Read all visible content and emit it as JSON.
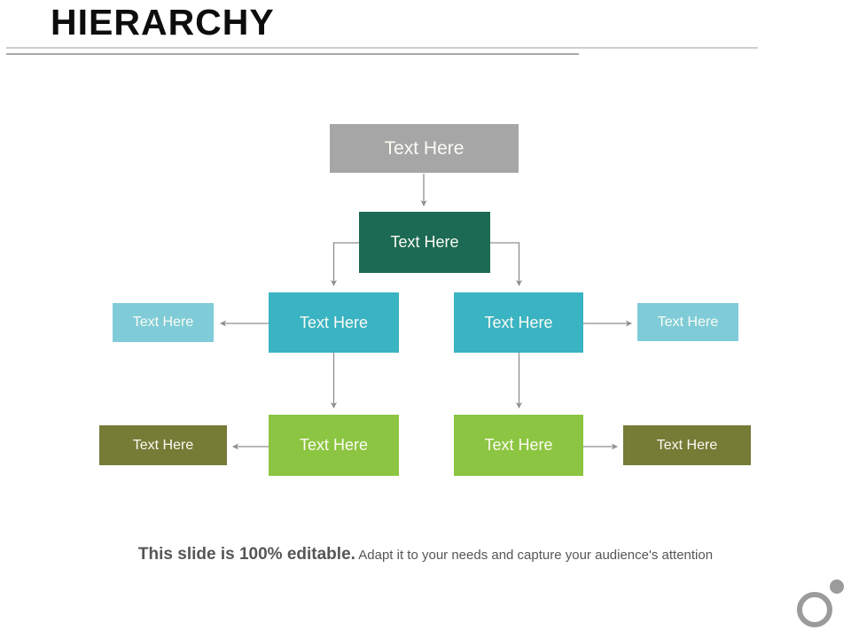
{
  "slide": {
    "title": "HIERARCHY",
    "footer": {
      "bold_text": "This slide is 100% editable.",
      "regular_text": " Adapt it to your needs and capture your audience's attention"
    }
  },
  "nodes": [
    {
      "id": "root",
      "level": 1,
      "label": "Text Here"
    },
    {
      "id": "manager",
      "level": 2,
      "label": "Text Here"
    },
    {
      "id": "branch-left",
      "level": 3,
      "label": "Text Here"
    },
    {
      "id": "branch-right",
      "level": 3,
      "label": "Text Here"
    },
    {
      "id": "side-left-top",
      "level": 3,
      "label": "Text Here"
    },
    {
      "id": "side-right-top",
      "level": 3,
      "label": "Text Here"
    },
    {
      "id": "leaf-left",
      "level": 4,
      "label": "Text Here"
    },
    {
      "id": "leaf-right",
      "level": 4,
      "label": "Text Here"
    },
    {
      "id": "side-left-bottom",
      "level": 4,
      "label": "Text Here"
    },
    {
      "id": "side-right-bottom",
      "level": 4,
      "label": "Text Here"
    }
  ],
  "colors": {
    "root_box": "#a6a6a6",
    "manager_box": "#1c6a53",
    "branch_box": "#3ab3c2",
    "branch_side_box": "#7fccd8",
    "leaf_box": "#8cc541",
    "leaf_side_box": "#767b36",
    "connector": "#8f8f8f",
    "title_text": "#0d0d0d",
    "footer_text": "#565656",
    "logo": "#9b9b9b",
    "rule_light": "#cdcdcd",
    "rule_dark": "#a8a8a8"
  }
}
